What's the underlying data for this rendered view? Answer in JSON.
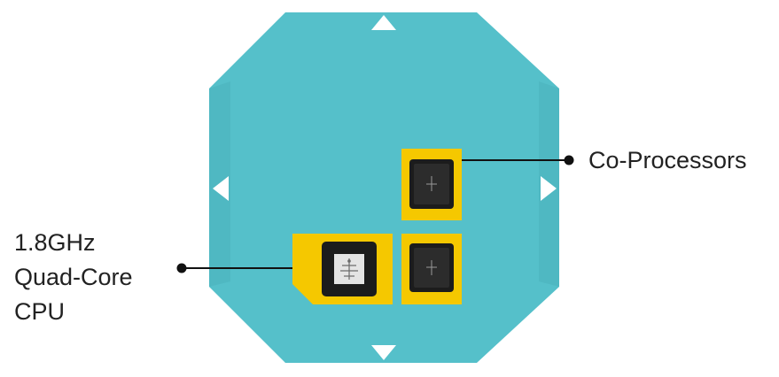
{
  "labels": {
    "co_processors": "Co-Processors",
    "cpu_line1": "1.8GHz",
    "cpu_line2": "Quad-Core",
    "cpu_line3": "CPU"
  },
  "colors": {
    "board": "#55c0ca",
    "board_dark": "#4bb6c0",
    "pad": "#f5c800",
    "chip": "#1c1c1c",
    "chip_inner": "#3a3a3a",
    "cpu_chip_face": "#e4e4e4",
    "arrow": "#ffffff",
    "leader": "#111111",
    "text": "#222222"
  },
  "icons": {
    "cpu_chip_mark": "circuit-logo-icon",
    "coprocessor_chip_mark": "circuit-glyph-icon",
    "board_arrows": "triangle-arrow-icon"
  }
}
